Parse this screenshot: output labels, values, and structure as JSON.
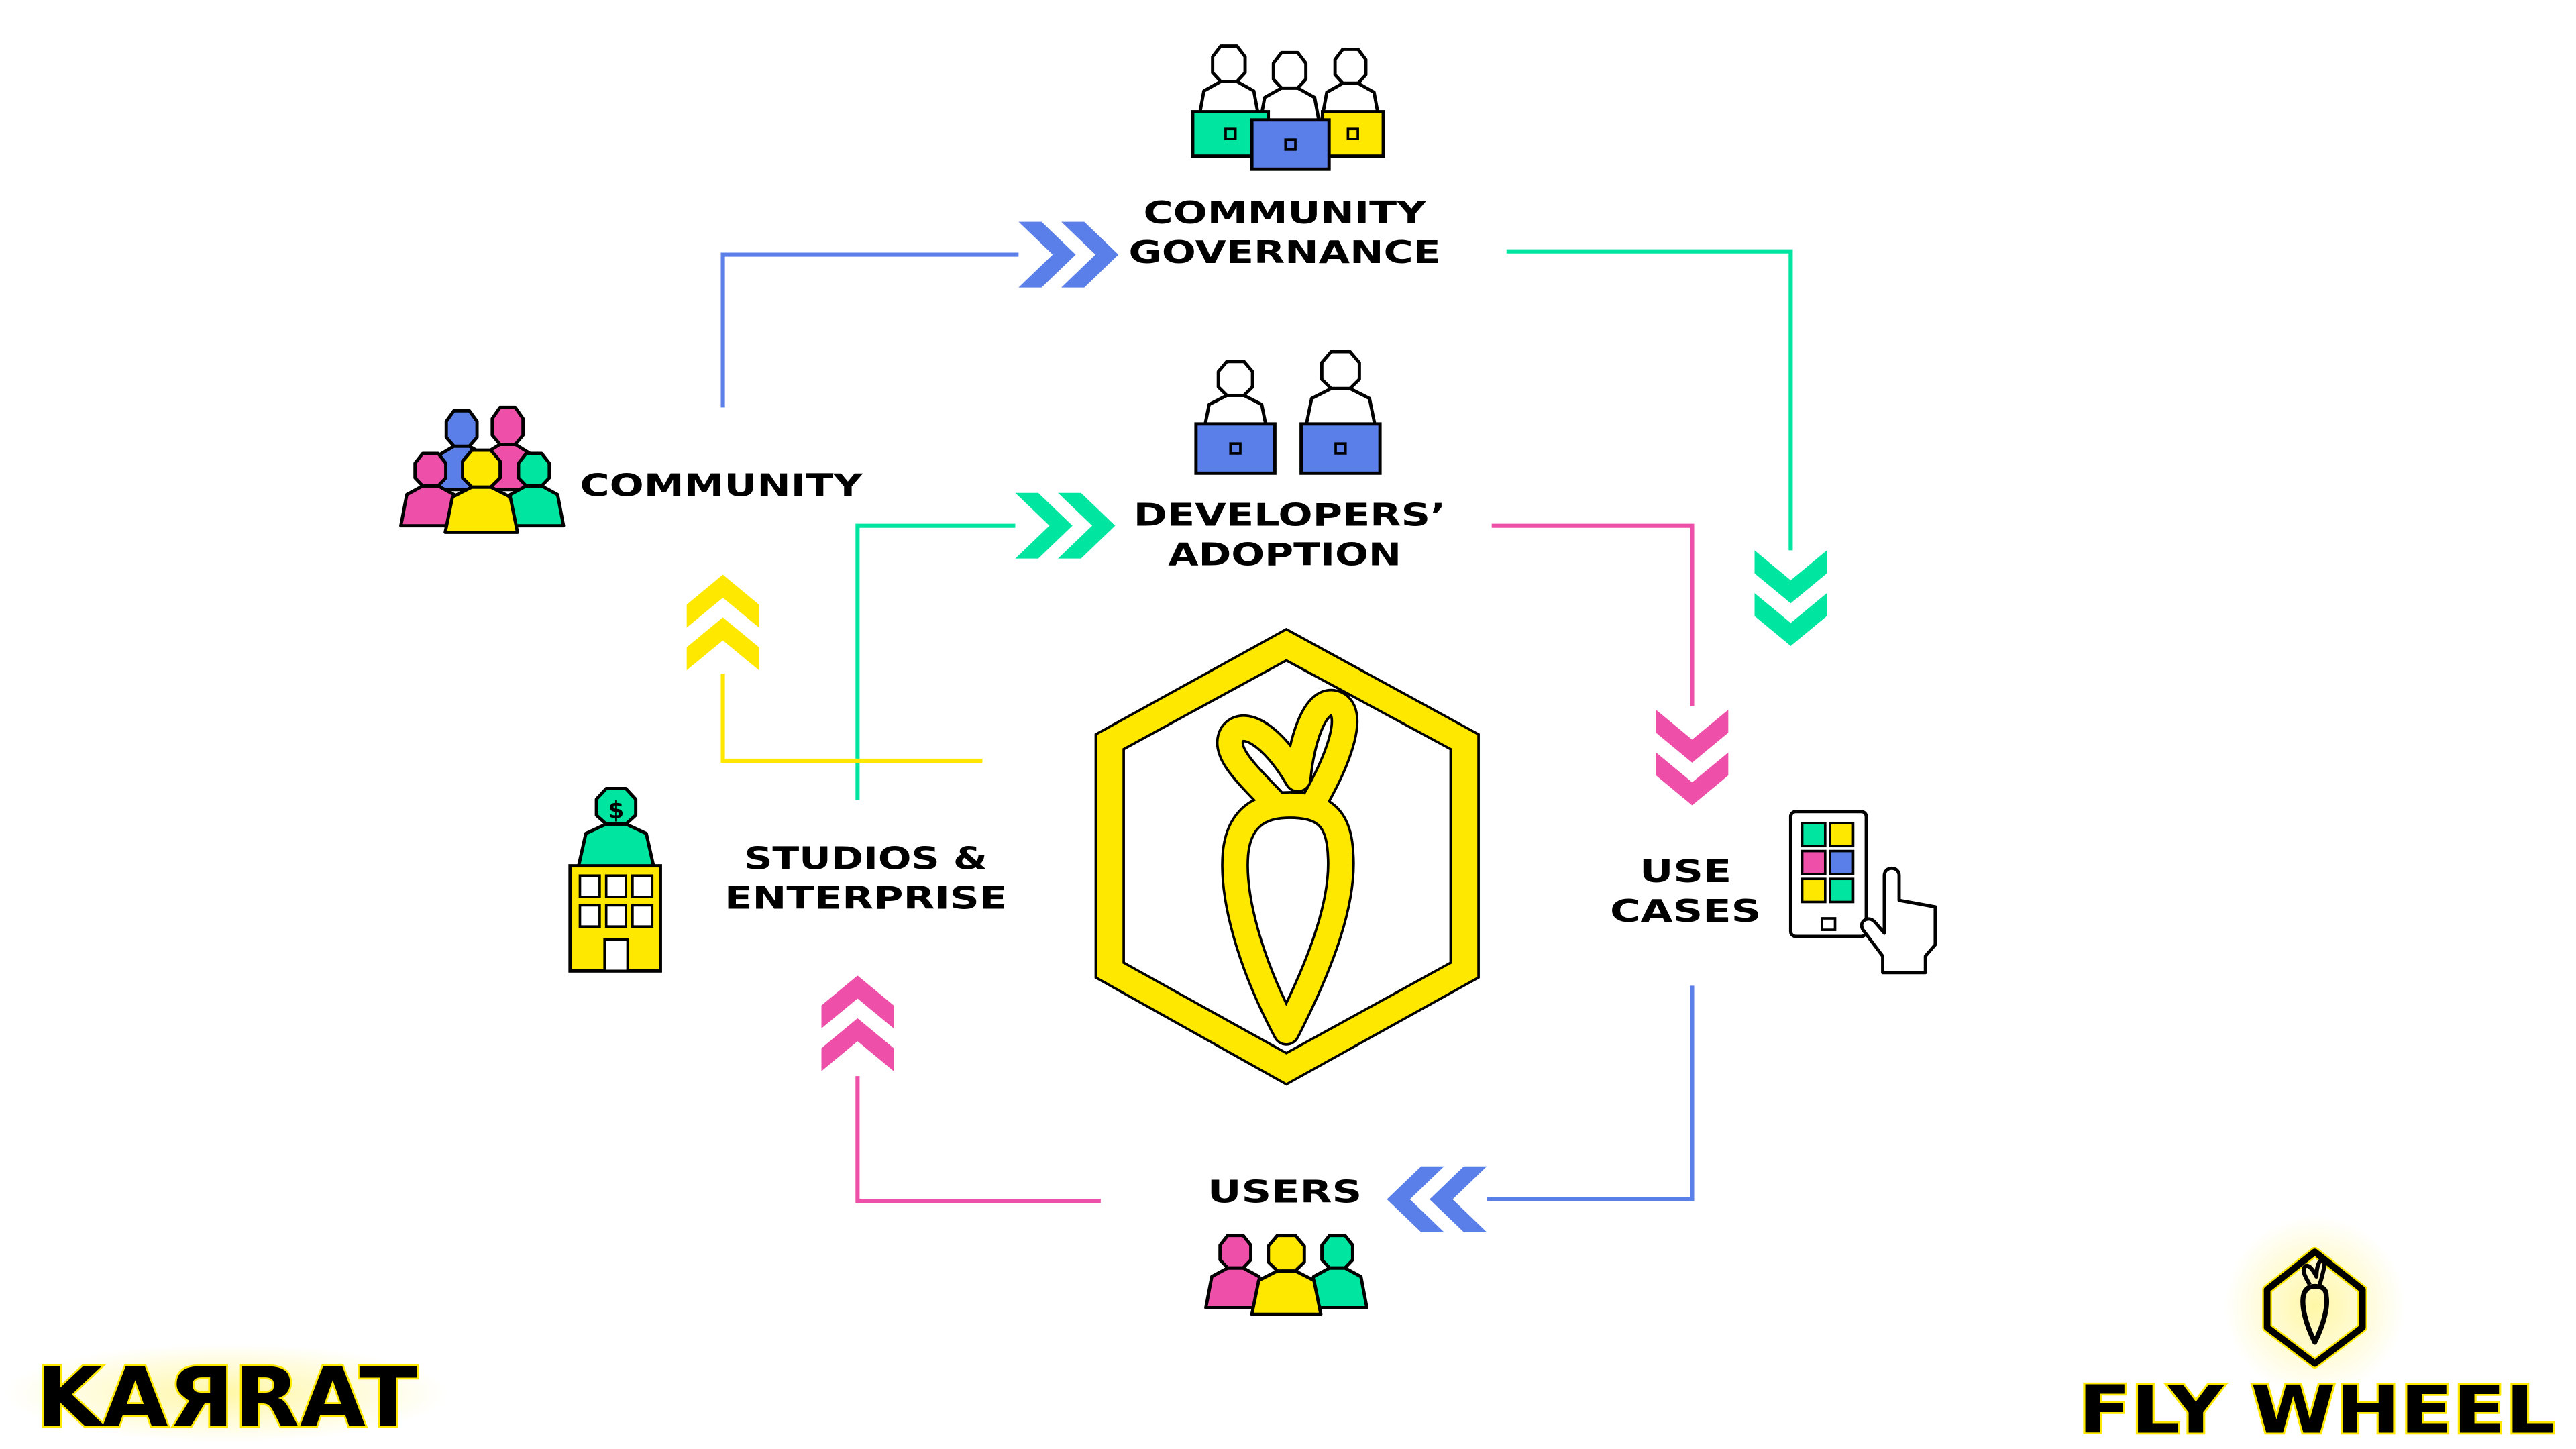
{
  "colors": {
    "yellow": "#FFE800",
    "blue": "#5A7FE8",
    "green": "#00E5A0",
    "pink": "#EE4FA8",
    "black": "#000000"
  },
  "nodes": {
    "governance": {
      "line1": "COMMUNITY",
      "line2": "GOVERNANCE"
    },
    "community": {
      "label": "COMMUNITY"
    },
    "developers": {
      "line1": "DEVELOPERS’",
      "line2": "ADOPTION"
    },
    "studios": {
      "line1": "STUDIOS &",
      "line2": "ENTERPRISE"
    },
    "use_cases": {
      "line1": "USE",
      "line2": "CASES"
    },
    "users": {
      "label": "USERS"
    }
  },
  "brand": {
    "left_logo": "KAЯRAT",
    "right_logo": "FLY WHEEL"
  },
  "icons": [
    "people-laptops-icon",
    "developers-icon",
    "community-people-icon",
    "building-icon",
    "tablet-hand-icon",
    "users-icon",
    "carrot-hexagon-icon"
  ]
}
